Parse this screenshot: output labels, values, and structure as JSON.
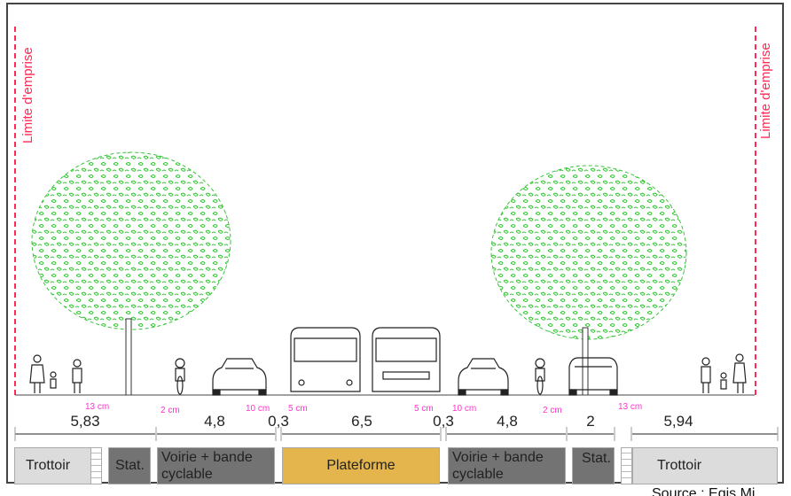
{
  "limits": {
    "left": "Limite d'emprise",
    "right": "Limite d'emprise"
  },
  "offsets": [
    "13 cm",
    "2 cm",
    "10 cm",
    "5 cm",
    "5 cm",
    "10 cm",
    "2 cm",
    "13 cm"
  ],
  "dimensions": [
    "5,83",
    "4,8",
    "0,3",
    "6,5",
    "0,3",
    "4,8",
    "2",
    "5,94"
  ],
  "zones": {
    "trottoir_left": "Trottoir",
    "stat_left": "Stat.",
    "voirie_left_1": "Voirie + bande",
    "voirie_left_2": "cyclable",
    "plateforme": "Plateforme",
    "voirie_right_1": "Voirie + bande",
    "voirie_right_2": "cyclable",
    "stat_right": "Stat.",
    "trottoir_right": "Trottoir"
  },
  "colors": {
    "limit": "#ff2a55",
    "dim_note": "#ff33cc",
    "tree": "#3cc23c",
    "plateforme": "#e3b54c",
    "voirie": "#737373",
    "trottoir": "#dcdcdc"
  },
  "caption": "Source : Egis Mi"
}
